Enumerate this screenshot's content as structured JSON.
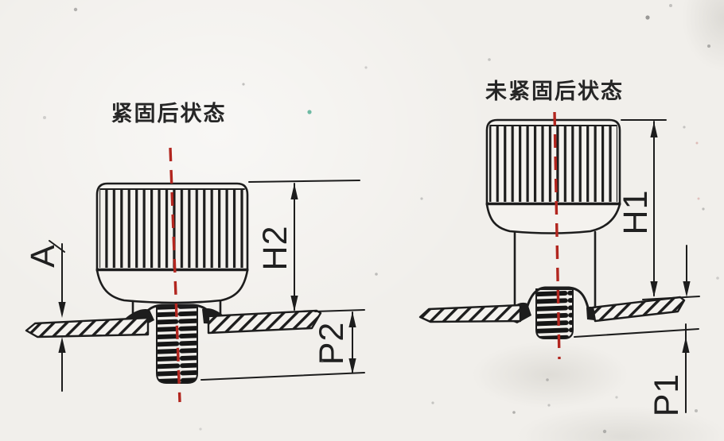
{
  "drawing": {
    "paper_color": "#f1efeb",
    "ink_color": "#1d1d1d",
    "centerline_color": "#b2261f",
    "figures": [
      {
        "id": "fastened",
        "title": "紧固后状态",
        "dims": {
          "thickness": "A",
          "height": "H2",
          "protrusion": "P2"
        }
      },
      {
        "id": "unfastened",
        "title": "未紧固后状态",
        "dims": {
          "height": "H1",
          "protrusion": "P1"
        }
      }
    ]
  }
}
